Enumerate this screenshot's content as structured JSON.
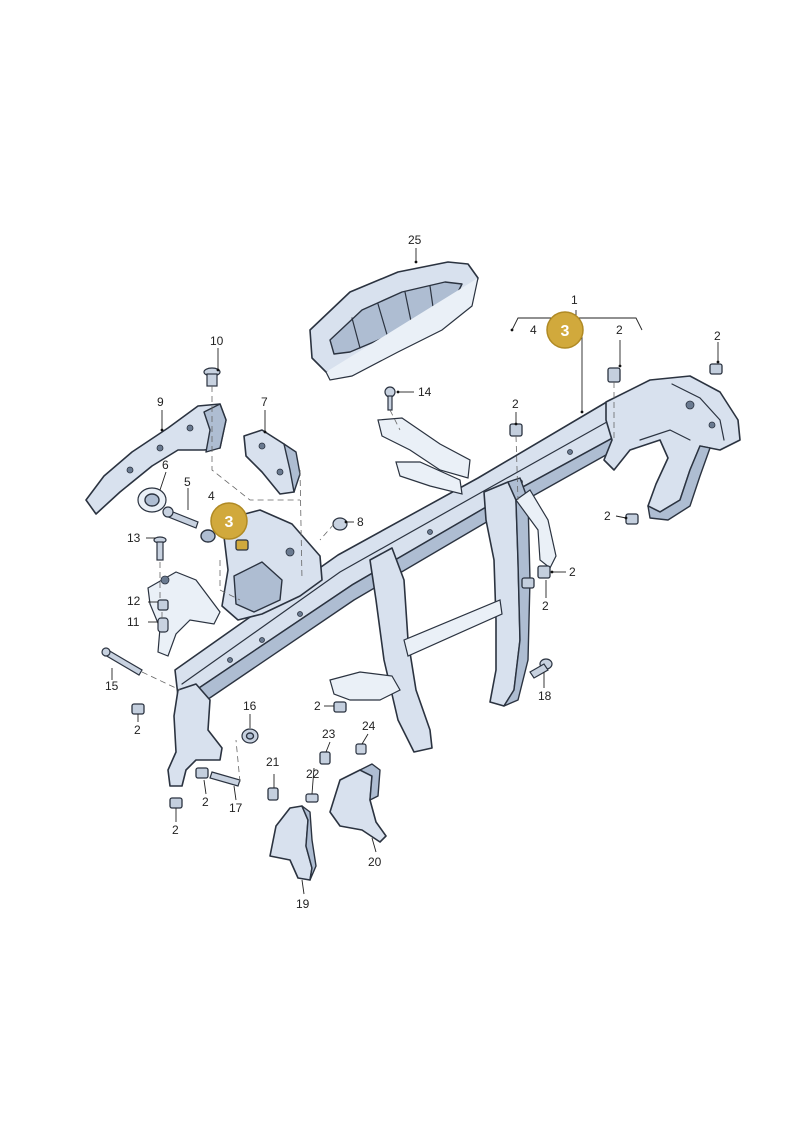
{
  "colors": {
    "badge_fill": "#d1a93c",
    "part_fill": "#d8e1ee",
    "line": "#2b3340"
  },
  "labels": [
    {
      "id": "l1",
      "text": "1"
    },
    {
      "id": "l4a",
      "text": "4"
    },
    {
      "id": "l2a",
      "text": "2"
    },
    {
      "id": "l2b",
      "text": "2"
    },
    {
      "id": "l25",
      "text": "25"
    },
    {
      "id": "l10",
      "text": "10"
    },
    {
      "id": "l9",
      "text": "9"
    },
    {
      "id": "l7",
      "text": "7"
    },
    {
      "id": "l14",
      "text": "14"
    },
    {
      "id": "l2c",
      "text": "2"
    },
    {
      "id": "l6",
      "text": "6"
    },
    {
      "id": "l5",
      "text": "5"
    },
    {
      "id": "l4b",
      "text": "4"
    },
    {
      "id": "l8",
      "text": "8"
    },
    {
      "id": "l13",
      "text": "13"
    },
    {
      "id": "l2d",
      "text": "2"
    },
    {
      "id": "l2e",
      "text": "2"
    },
    {
      "id": "l2f",
      "text": "2"
    },
    {
      "id": "l12",
      "text": "12"
    },
    {
      "id": "l11",
      "text": "11"
    },
    {
      "id": "l15",
      "text": "15"
    },
    {
      "id": "l18",
      "text": "18"
    },
    {
      "id": "l2g",
      "text": "2"
    },
    {
      "id": "l2h",
      "text": "2"
    },
    {
      "id": "l16",
      "text": "16"
    },
    {
      "id": "l24",
      "text": "24"
    },
    {
      "id": "l23",
      "text": "23"
    },
    {
      "id": "l21",
      "text": "21"
    },
    {
      "id": "l22",
      "text": "22"
    },
    {
      "id": "l2i",
      "text": "2"
    },
    {
      "id": "l17",
      "text": "17"
    },
    {
      "id": "l2j",
      "text": "2"
    },
    {
      "id": "l20",
      "text": "20"
    },
    {
      "id": "l19",
      "text": "19"
    }
  ],
  "badges": [
    {
      "id": "b1",
      "text": "3"
    },
    {
      "id": "b2",
      "text": "3"
    }
  ]
}
